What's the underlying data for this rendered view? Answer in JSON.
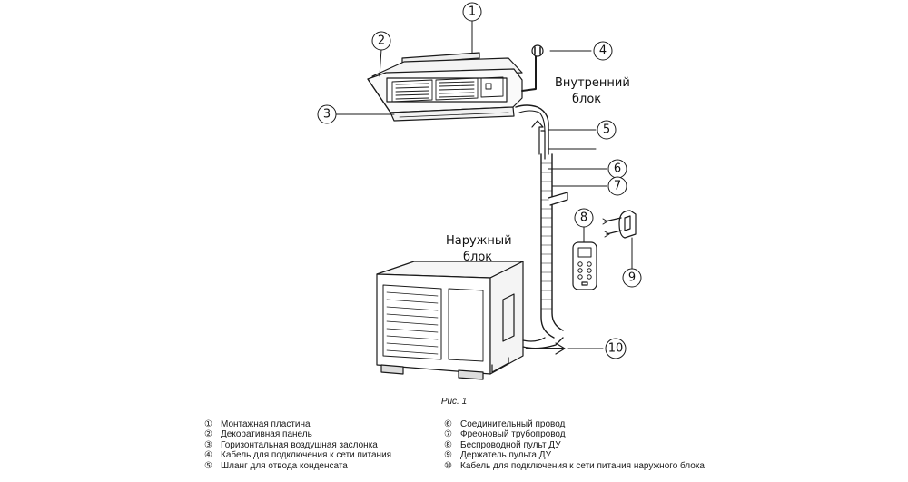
{
  "callouts": [
    {
      "num": "1",
      "label": "Монтажная пластина"
    },
    {
      "num": "2",
      "label": "Декоративная панель"
    },
    {
      "num": "3",
      "label": "Горизонтальная воздушная заслонка"
    },
    {
      "num": "4",
      "label": "Кабель для подключения к сети питания"
    },
    {
      "num": "5",
      "label": "Шланг для отвода конденсата"
    },
    {
      "num": "6",
      "label": "Соединительный провод"
    },
    {
      "num": "7",
      "label": "Фреоновый трубопровод"
    },
    {
      "num": "8",
      "label": "Беспроводной пульт ДУ"
    },
    {
      "num": "9",
      "label": "Держатель пульта ДУ"
    },
    {
      "num": "10",
      "label": "Кабель для подключения к сети питания наружного блока"
    }
  ],
  "legend_markers": [
    "①",
    "②",
    "③",
    "④",
    "⑤",
    "⑥",
    "⑦",
    "⑧",
    "⑨",
    "⑩"
  ],
  "indoor_unit_label": [
    "Внутренний",
    "блок"
  ],
  "outdoor_unit_label": [
    "Наружный",
    "блок"
  ],
  "figure_caption": "Рис. 1"
}
